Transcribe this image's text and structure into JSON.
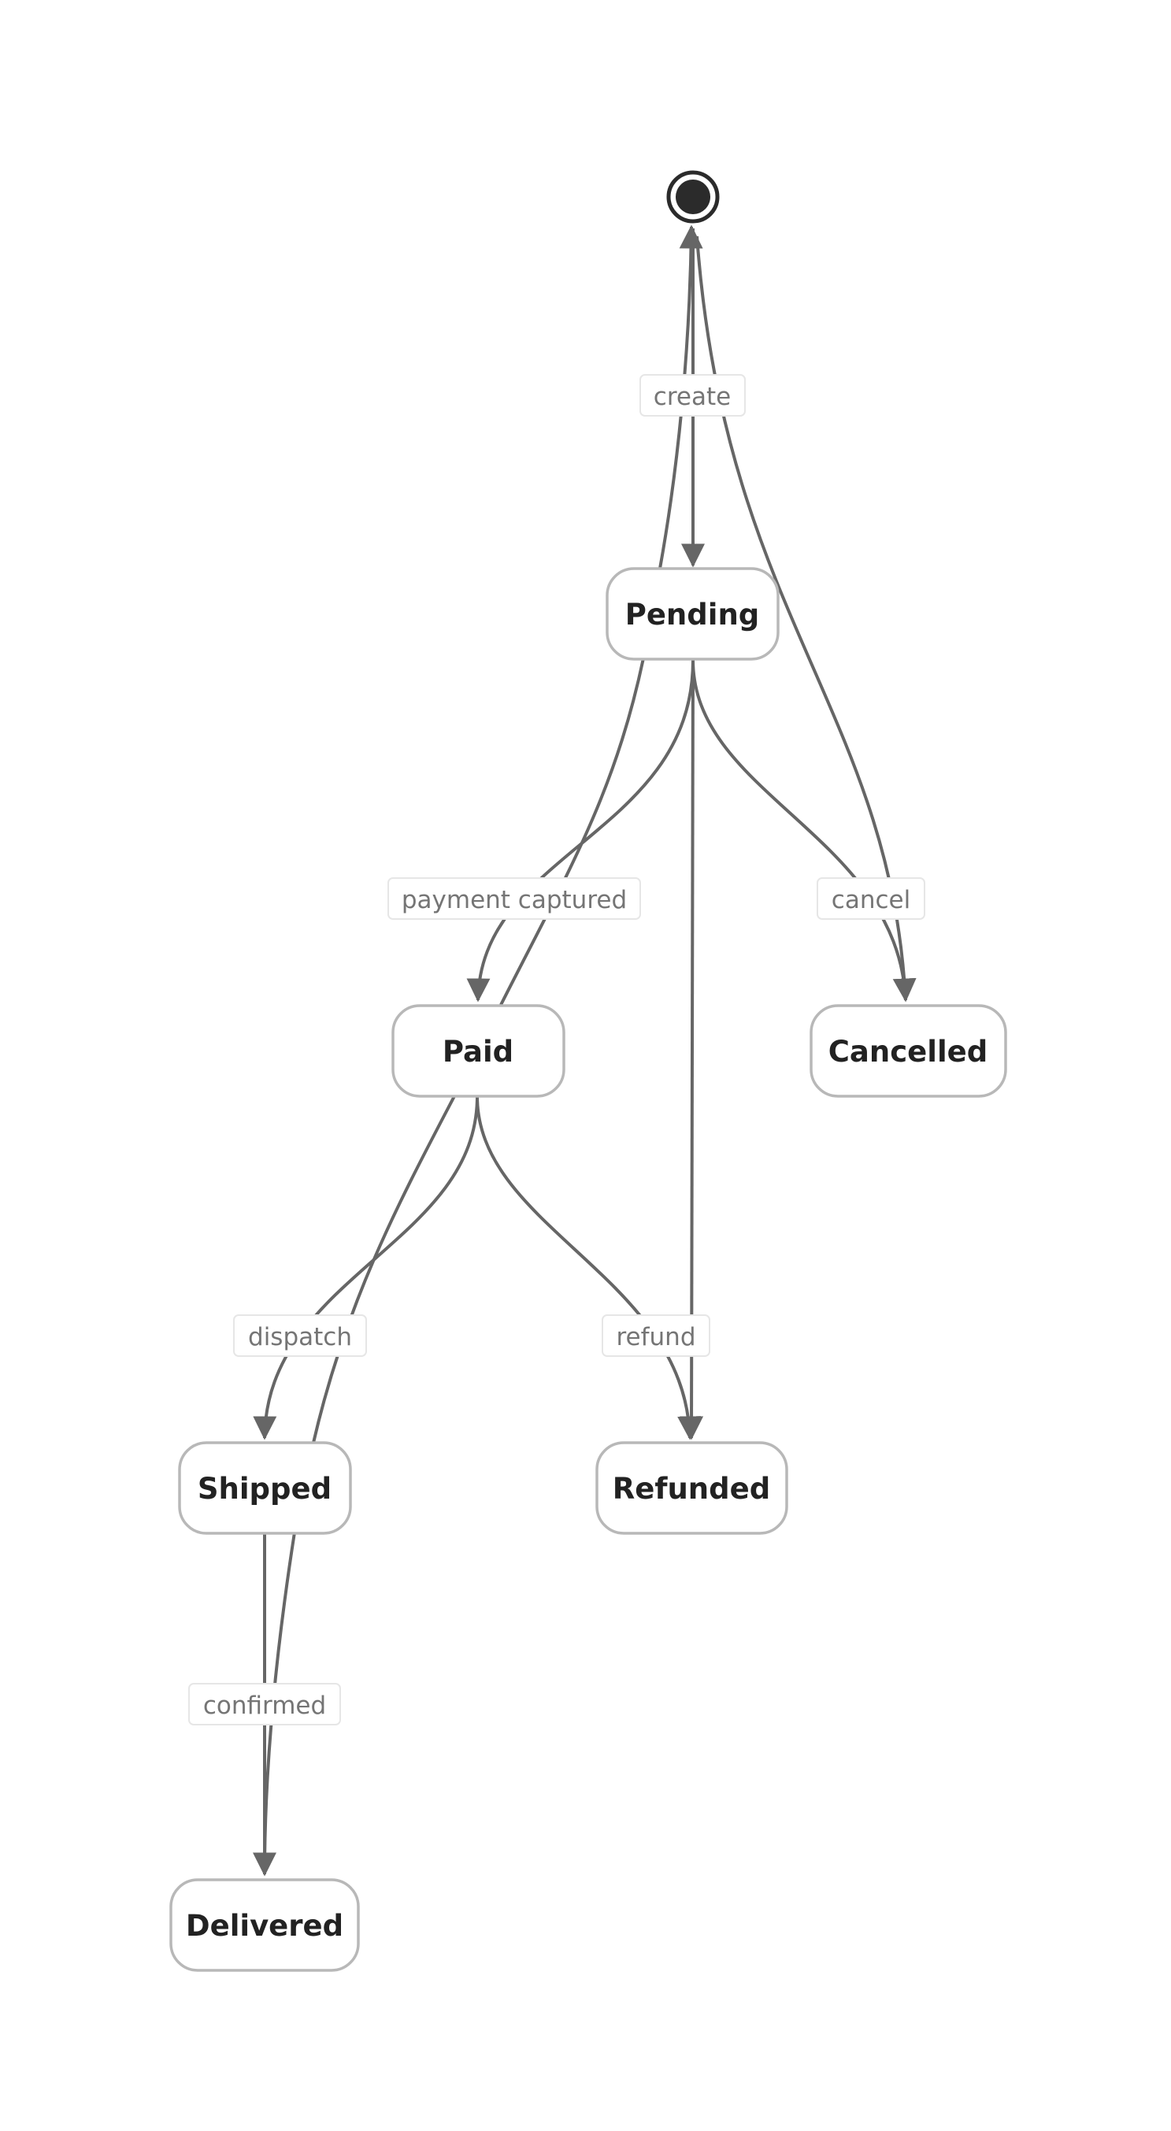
{
  "diagram": {
    "type": "state-diagram",
    "colors": {
      "edge": "#666666",
      "node_border": "#b8b8b8",
      "node_text": "#222222",
      "label_text": "#757575",
      "label_border": "#e6e6e6",
      "start_fill": "#2b2b2b"
    },
    "start_state": "start-marker-icon",
    "states": {
      "pending": "Pending",
      "paid": "Paid",
      "cancelled": "Cancelled",
      "shipped": "Shipped",
      "refunded": "Refunded",
      "delivered": "Delivered"
    },
    "transitions": {
      "create": "create",
      "payment_captured": "payment captured",
      "cancel": "cancel",
      "dispatch": "dispatch",
      "refund": "refund",
      "confirmed": "confirmed"
    }
  }
}
